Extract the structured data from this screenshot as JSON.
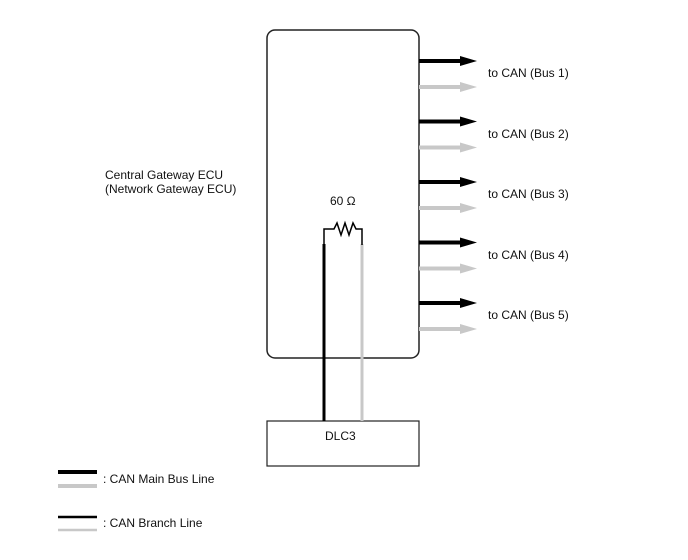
{
  "ecu": {
    "line1": "Central Gateway ECU",
    "line2": "(Network Gateway ECU)"
  },
  "resistor": {
    "label": "60 Ω"
  },
  "dlc": {
    "label": "DLC3"
  },
  "buses": [
    {
      "label": "to CAN (Bus 1)"
    },
    {
      "label": "to CAN (Bus 2)"
    },
    {
      "label": "to CAN (Bus 3)"
    },
    {
      "label": "to CAN (Bus 4)"
    },
    {
      "label": "to CAN (Bus 5)"
    }
  ],
  "legend": {
    "main_bus": ": CAN Main Bus Line",
    "branch": ": CAN Branch Line"
  },
  "colors": {
    "high": "#000000",
    "low": "#c8c8c8",
    "outline": "#222222"
  }
}
